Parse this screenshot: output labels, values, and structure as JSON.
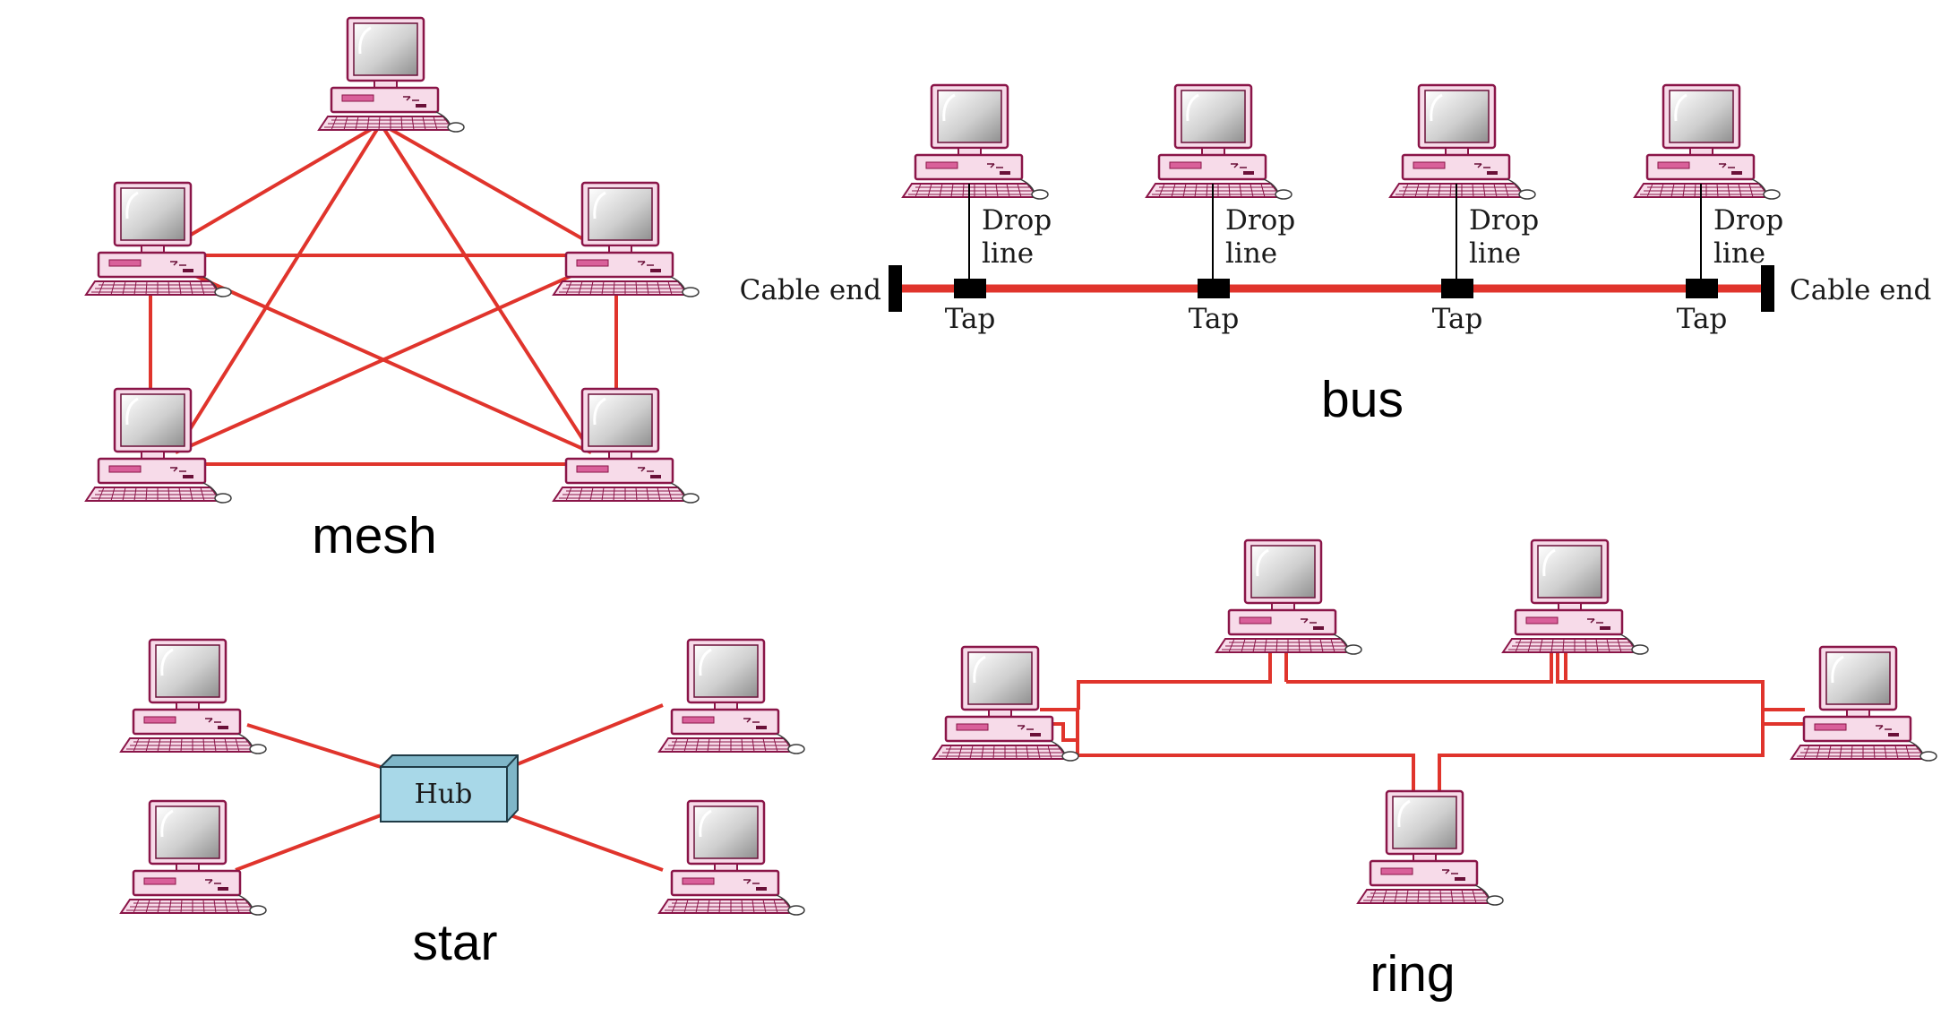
{
  "titles": {
    "mesh": "mesh",
    "bus": "bus",
    "star": "star",
    "ring": "ring"
  },
  "bus": {
    "drop_line_l1": "Drop",
    "drop_line_l2": "line",
    "tap": "Tap",
    "cable_end_left": "Cable end",
    "cable_end_right": "Cable end"
  },
  "star": {
    "hub": "Hub"
  },
  "colors": {
    "cable": "#e0342c",
    "computer_outline": "#8a1548",
    "computer_body": "#f7dbe9",
    "computer_accent": "#d9609a",
    "screen": "#b9b9b9",
    "hub": "#a8d8e8"
  },
  "icons": {
    "computer": "desktop-computer-icon"
  }
}
